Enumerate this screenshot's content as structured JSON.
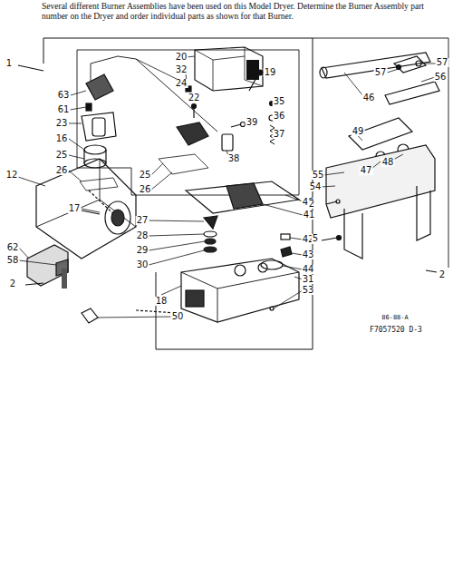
{
  "diagram": {
    "labels": [
      "Several different Burner Assemblies have been used on this Model Dryer. Determine the Burner Assembly part number on the Dryer and order individual parts as shown for that Burner.",
      "1",
      "20",
      "32",
      "19",
      "24",
      "22",
      "35",
      "36",
      "39",
      "37",
      "63",
      "61",
      "23",
      "16",
      "25",
      "26",
      "38",
      "25",
      "26",
      "12",
      "17",
      "40",
      "41",
      "27",
      "28",
      "29",
      "30",
      "42",
      "43",
      "44",
      "31",
      "53",
      "62",
      "58",
      "2",
      "18",
      "50",
      "57",
      "57",
      "56",
      "46",
      "49",
      "48",
      "47",
      "55",
      "54",
      "2",
      "5",
      "2",
      "86-88-A",
      "F7057520 D-3"
    ]
  }
}
